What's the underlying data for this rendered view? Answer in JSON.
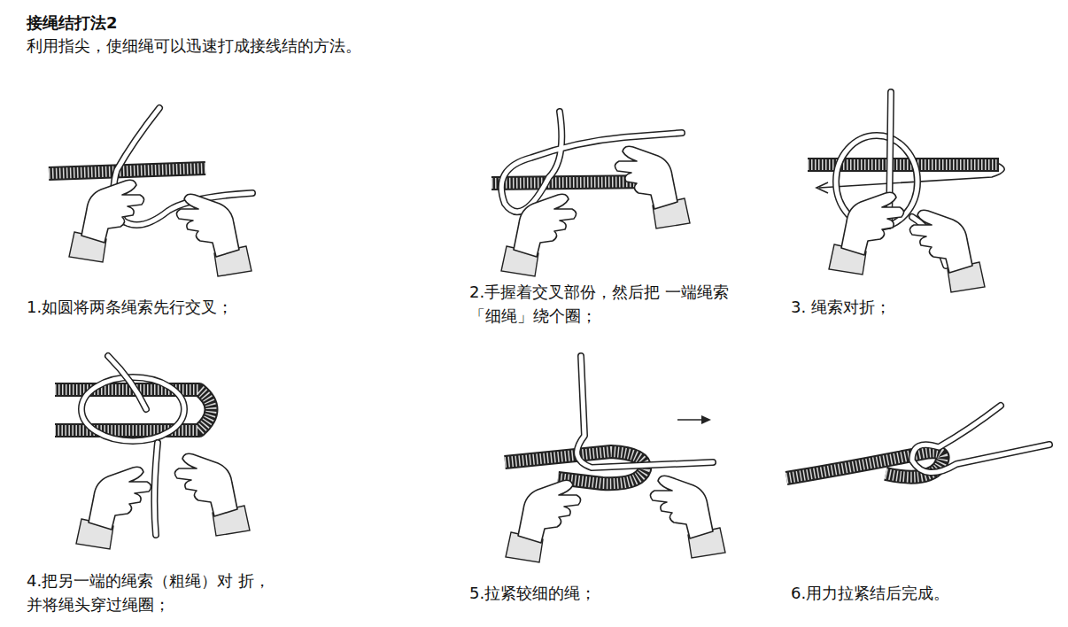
{
  "diagram": {
    "title": "接绳结打法2",
    "labels": [
      "利用指尖，使细绳可以迅速打成接线结的方法。",
      "1.如圆将两条绳索先行交叉；",
      "2.手握着交叉部份，然后把 一端绳索「细绳」绕个圈；",
      "3. 绳索对折；",
      "4.把另一端的绳索（粗绳）对 折，并将绳头穿过绳圈；",
      "5.拉紧较细的绳；",
      "6.用力拉紧结后完成。"
    ]
  }
}
